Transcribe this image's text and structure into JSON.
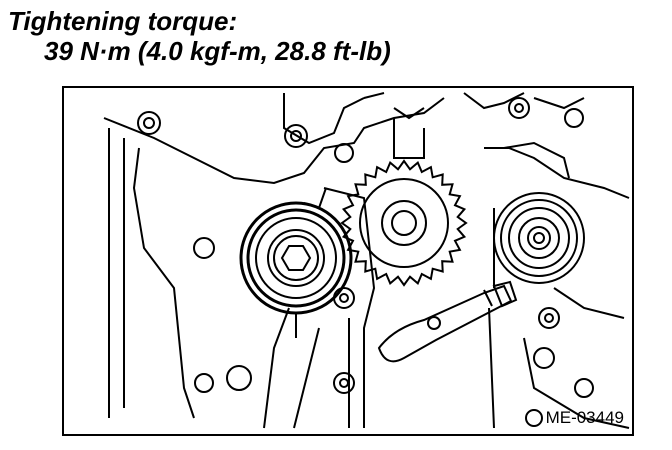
{
  "heading": {
    "title": "Tightening torque:",
    "value": "39 N·m (4.0 kgf-m, 28.8 ft-lb)"
  },
  "figure": {
    "id": "ME-03449"
  },
  "colors": {
    "ink": "#000000",
    "paper": "#ffffff"
  }
}
